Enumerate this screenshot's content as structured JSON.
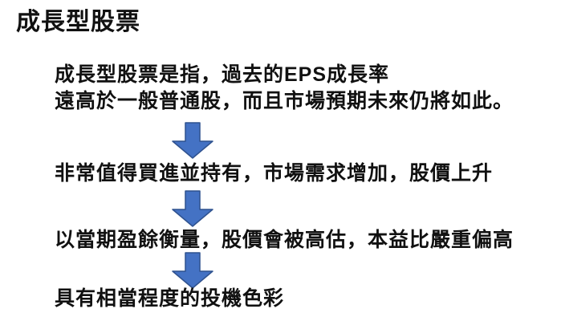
{
  "slide": {
    "title": "成長型股票",
    "steps": [
      {
        "lines": [
          "成長型股票是指，過去的EPS成長率",
          "遠高於一般普通股，而且市場預期未來仍將如此。"
        ]
      },
      {
        "lines": [
          "非常值得買進並持有，市場需求增加，股價上升"
        ]
      },
      {
        "lines": [
          "以當期盈餘衡量，股價會被高估，本益比嚴重偏高"
        ]
      },
      {
        "lines": [
          "具有相當程度的投機色彩"
        ]
      }
    ],
    "arrows": {
      "icon": "down-block-arrow",
      "count": 3,
      "fill": "#4472C4",
      "border": "#2F528F"
    },
    "colors": {
      "background": "#FFFFFF",
      "text": "#111111"
    }
  }
}
